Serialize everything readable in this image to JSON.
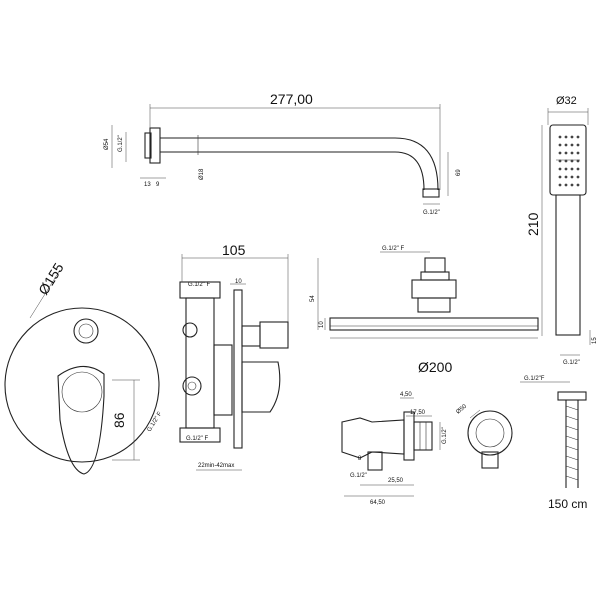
{
  "labels": {
    "arm_length": "277,00",
    "arm_flange_dia": "Ø54",
    "arm_flange_thread": "G.1/2\"",
    "arm_tube_dia": "Ø18",
    "arm_flange_d1": "13",
    "arm_flange_d2": "9",
    "arm_drop": "69",
    "arm_end_thread": "G.1/2\"",
    "hand_dia": "Ø32",
    "hand_len": "210",
    "hand_thread": "G.1/2\"",
    "hand_small": "15",
    "mixer_depth": "105",
    "mixer_top_thread": "G.1/2\" F",
    "mixer_d10": "10",
    "mixer_bottom_thread": "G.1/2\" F",
    "mixer_side_thread": "G.1/2\" F",
    "mixer_adjust": "22min-42max",
    "plate_dia": "Ø155",
    "plate_dim": "86",
    "head_thread": "G.1/2\" F",
    "head_h1": "54",
    "head_h2": "10",
    "head_dia": "Ø200",
    "elbow_t": "4,50",
    "elbow_a": "17,50",
    "elbow_thread1": "G.1/2\"",
    "elbow_b": "8",
    "elbow_thread2": "G.1/2\"",
    "elbow_c": "25,50",
    "elbow_d": "64,50",
    "elbow_dia": "Ø50",
    "hose_thread": "G.1/2\"F",
    "hose_len": "150 cm"
  }
}
